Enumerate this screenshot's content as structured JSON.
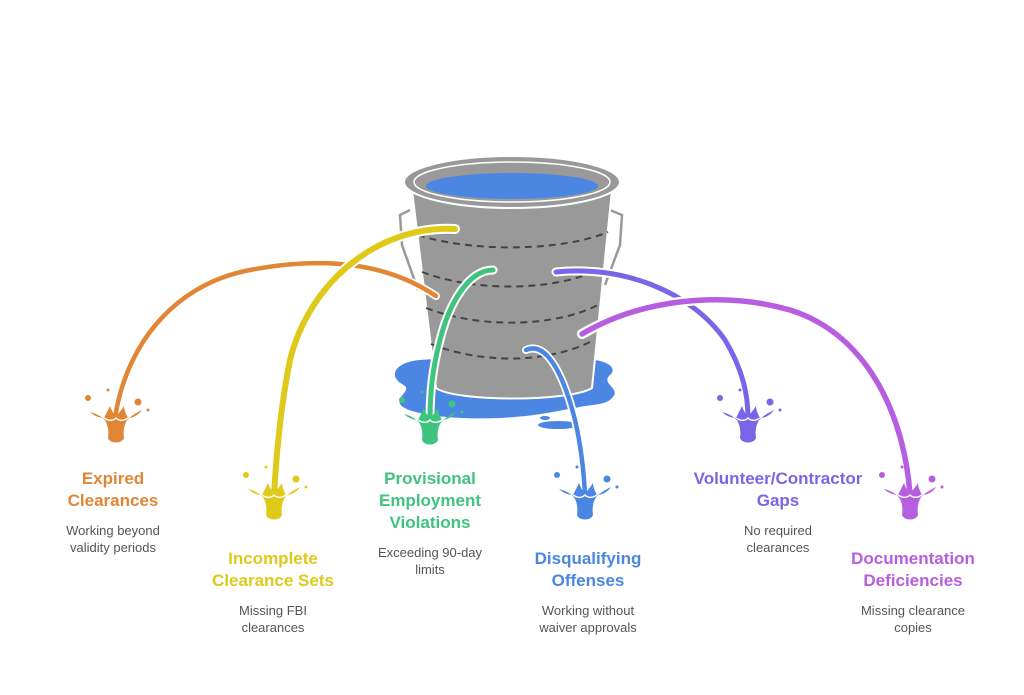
{
  "diagram": {
    "type": "leaking-bucket",
    "central_icon": "bucket-icon",
    "colors": {
      "bucket": "#999999",
      "water": "#4b86e3",
      "dashes": "#444444",
      "handle": "#999999"
    },
    "leaks": [
      {
        "id": "expired-clearances",
        "title_lines": [
          "Expired",
          "Clearances"
        ],
        "description_lines": [
          "Working beyond",
          "validity periods"
        ],
        "color": "#e08634",
        "icon": "splash-icon"
      },
      {
        "id": "incomplete-clearance-sets",
        "title_lines": [
          "Incomplete",
          "Clearance Sets"
        ],
        "description_lines": [
          "Missing FBI",
          "clearances"
        ],
        "color": "#dfca1a",
        "icon": "splash-icon"
      },
      {
        "id": "provisional-employment-violations",
        "title_lines": [
          "Provisional",
          "Employment",
          "Violations"
        ],
        "description_lines": [
          "Exceeding 90-day",
          "limits"
        ],
        "color": "#3fc480",
        "icon": "splash-icon"
      },
      {
        "id": "disqualifying-offenses",
        "title_lines": [
          "Disqualifying",
          "Offenses"
        ],
        "description_lines": [
          "Working without",
          "waiver approvals"
        ],
        "color": "#4b86e3",
        "icon": "splash-icon"
      },
      {
        "id": "volunteer-contractor-gaps",
        "title_lines": [
          "Volunteer/Contractor",
          "Gaps"
        ],
        "description_lines": [
          "No required",
          "clearances"
        ],
        "color": "#7c64e8",
        "icon": "splash-icon"
      },
      {
        "id": "documentation-deficiencies",
        "title_lines": [
          "Documentation",
          "Deficiencies"
        ],
        "description_lines": [
          "Missing clearance",
          "copies"
        ],
        "color": "#b75ee0",
        "icon": "splash-icon"
      }
    ]
  }
}
